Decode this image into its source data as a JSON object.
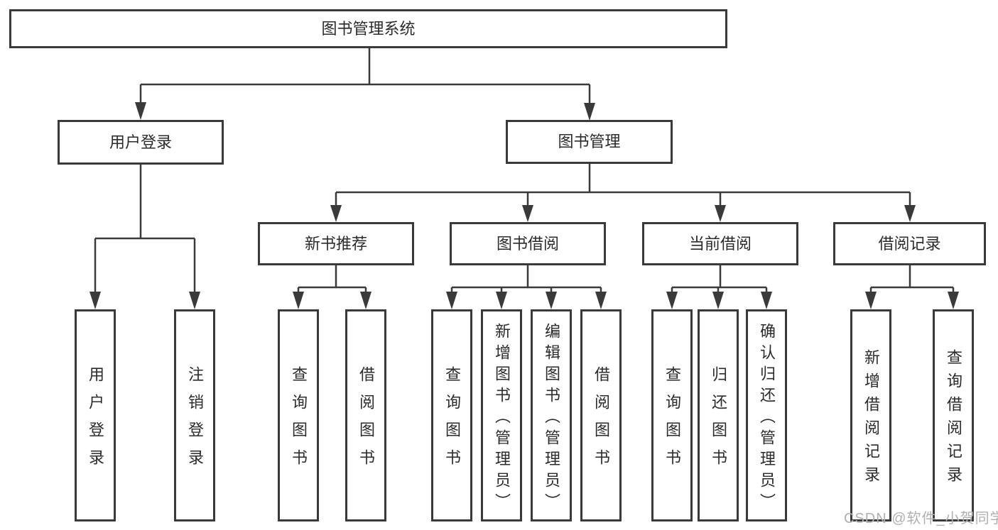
{
  "diagram": {
    "type": "tree",
    "title": "图书管理系统",
    "colors": {
      "line": "#3a3a3a",
      "text": "#2b2b2b",
      "background": "#ffffff",
      "watermark": "#b0b0b0"
    }
  },
  "root": {
    "label": "图书管理系统"
  },
  "level2": [
    {
      "label": "用户登录"
    },
    {
      "label": "图书管理"
    }
  ],
  "level3": [
    {
      "label": "新书推荐",
      "parent": "图书管理"
    },
    {
      "label": "图书借阅",
      "parent": "图书管理"
    },
    {
      "label": "当前借阅",
      "parent": "图书管理"
    },
    {
      "label": "借阅记录",
      "parent": "图书管理"
    }
  ],
  "leaves": [
    {
      "label": "用户登录",
      "parent": "用户登录"
    },
    {
      "label": "注销登录",
      "parent": "用户登录"
    },
    {
      "label": "查询图书",
      "parent": "新书推荐"
    },
    {
      "label": "借阅图书",
      "parent": "新书推荐"
    },
    {
      "label": "查询图书",
      "parent": "图书借阅"
    },
    {
      "label": "新增图书（管理员）",
      "parent": "图书借阅"
    },
    {
      "label": "编辑图书（管理员）",
      "parent": "图书借阅"
    },
    {
      "label": "借阅图书",
      "parent": "图书借阅"
    },
    {
      "label": "查询图书",
      "parent": "当前借阅"
    },
    {
      "label": "归还图书",
      "parent": "当前借阅"
    },
    {
      "label": "确认归还（管理员）",
      "parent": "当前借阅"
    },
    {
      "label": "新增借阅记录",
      "parent": "借阅记录"
    },
    {
      "label": "查询借阅记录",
      "parent": "借阅记录"
    }
  ],
  "watermark": {
    "text": "CSDN @软件_小贺同学"
  }
}
